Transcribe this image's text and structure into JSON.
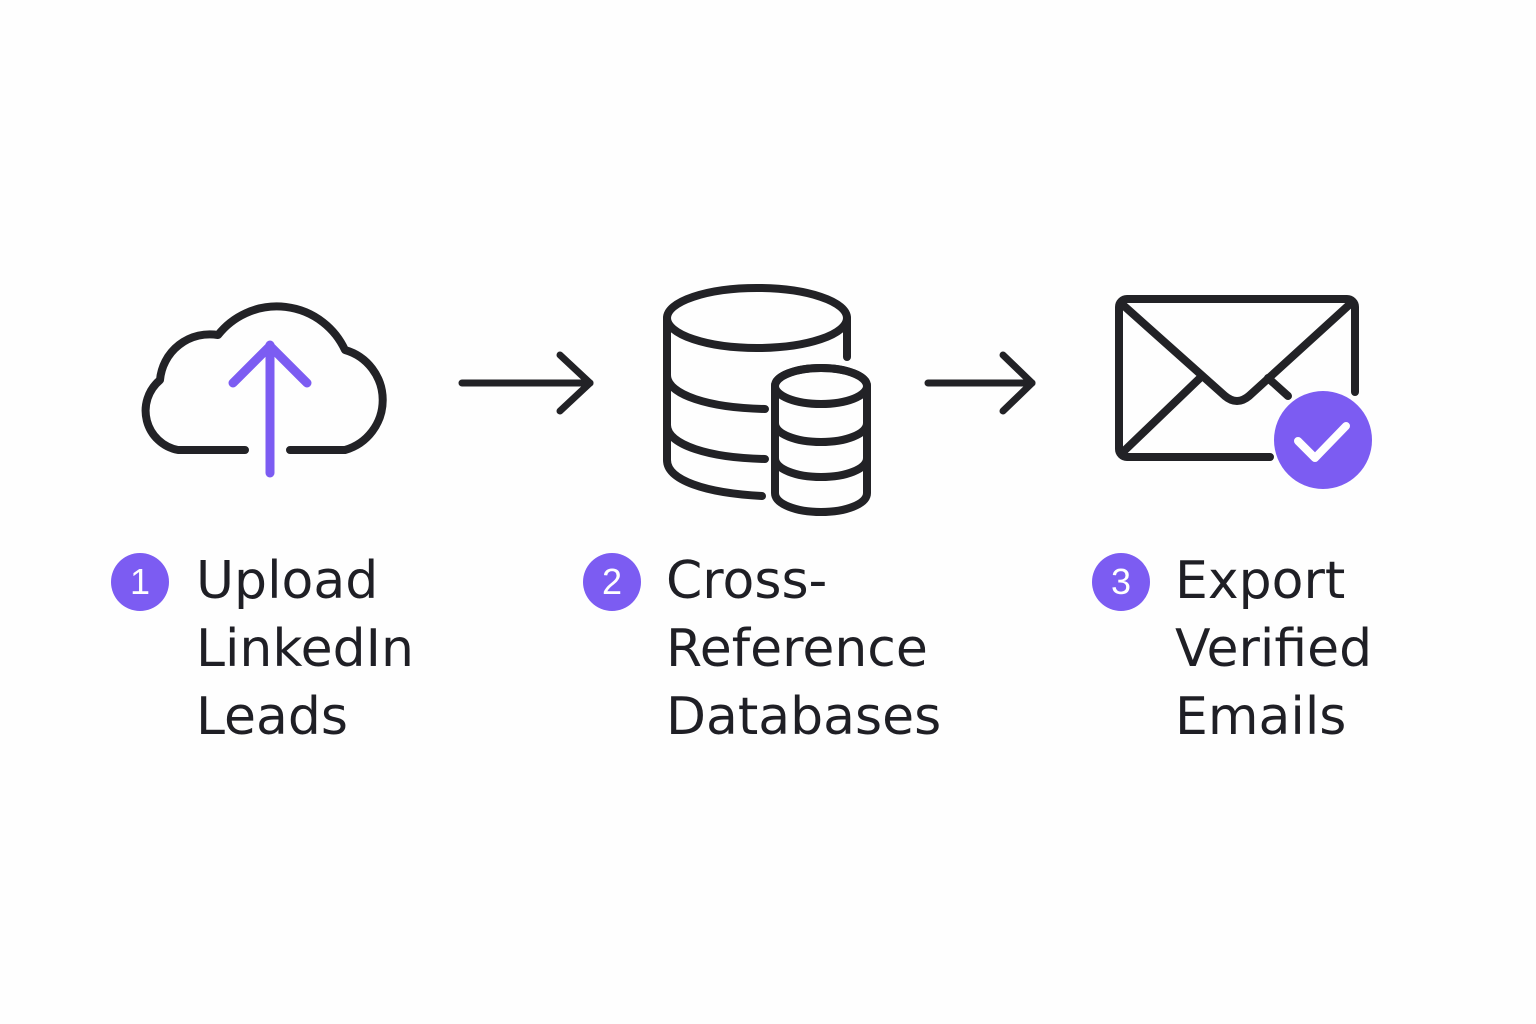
{
  "colors": {
    "accent": "#7c5cf2",
    "stroke": "#222226",
    "text": "#1f1f25",
    "background": "#fefefe"
  },
  "steps": [
    {
      "number": "1",
      "icon": "cloud-upload-icon",
      "lines": [
        "Upload",
        "LinkedIn",
        "Leads"
      ]
    },
    {
      "number": "2",
      "icon": "database-icon",
      "lines": [
        "Cross-",
        "Reference",
        "Databases"
      ]
    },
    {
      "number": "3",
      "icon": "envelope-check-icon",
      "lines": [
        "Export",
        "Verified",
        "Emails"
      ]
    }
  ],
  "connectors": [
    "arrow-right-icon",
    "arrow-right-icon"
  ]
}
